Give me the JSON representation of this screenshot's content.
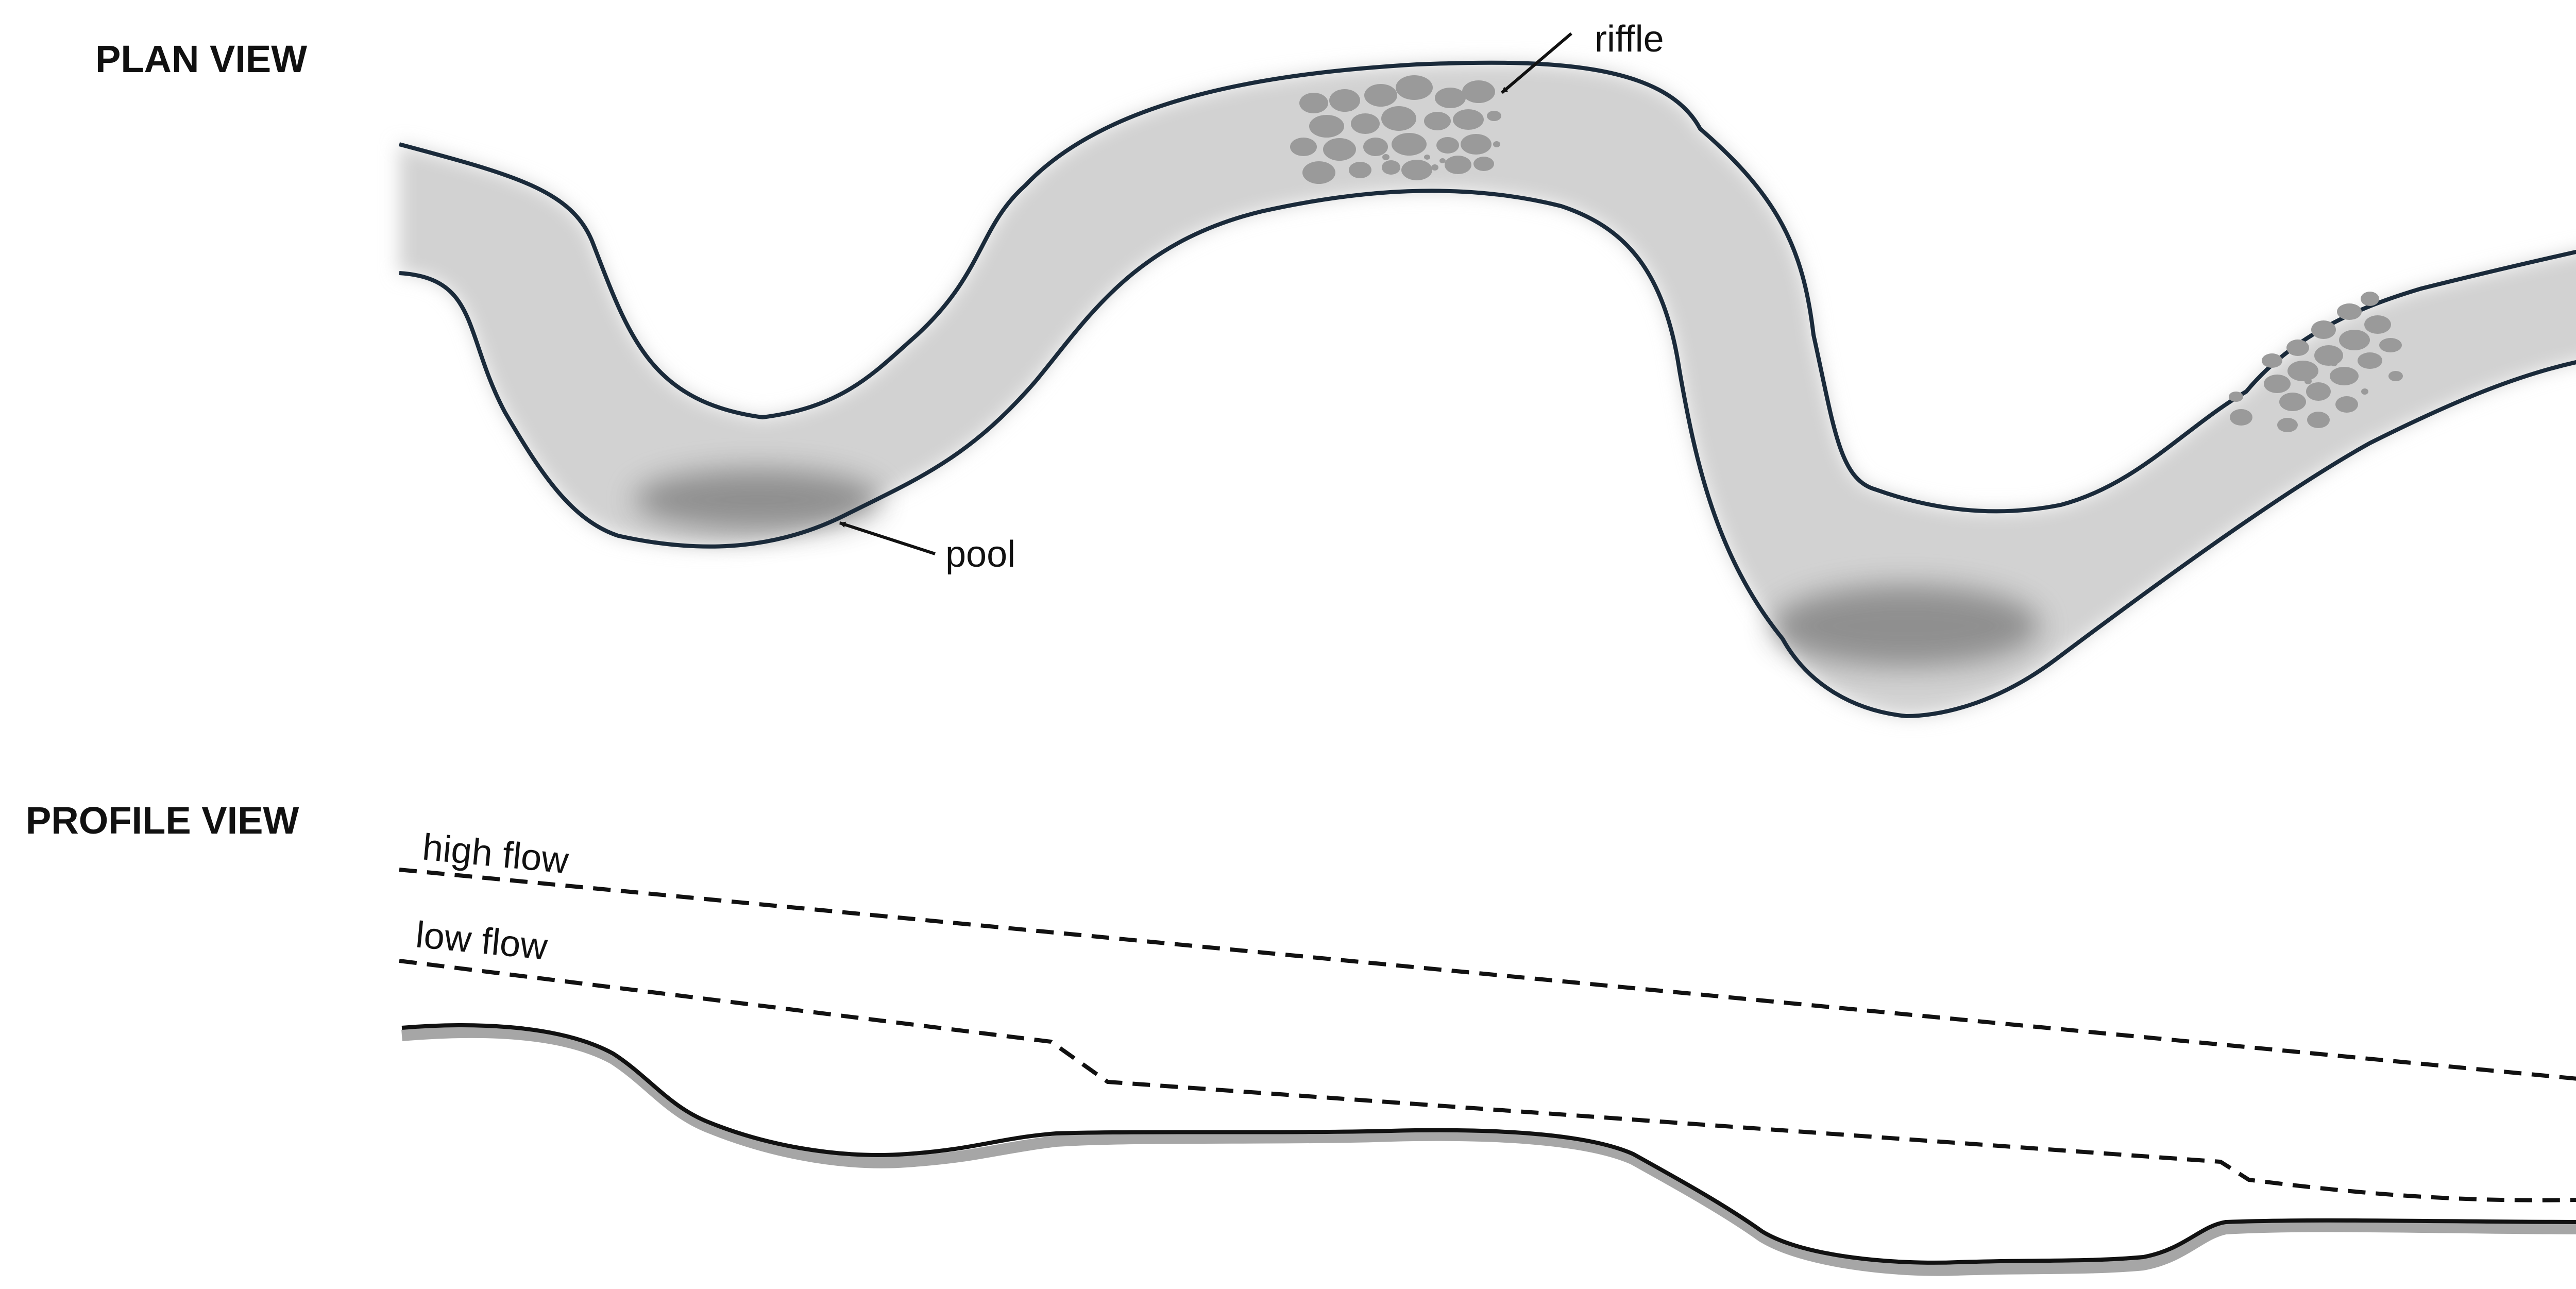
{
  "plan_view": {
    "heading": "PLAN VIEW",
    "labels": {
      "riffle": "riffle",
      "pool": "pool"
    }
  },
  "profile_view": {
    "heading": "PROFILE VIEW",
    "labels": {
      "high_flow": "high flow",
      "low_flow": "low flow"
    }
  },
  "colors": {
    "channel_fill": "#d2d2d2",
    "bank_line": "#1a2a3a",
    "pool_shade": "#8c8c8c",
    "stone": "#9a9a9a",
    "bed_shadow": "#a6a6a6",
    "ink": "#111111"
  }
}
